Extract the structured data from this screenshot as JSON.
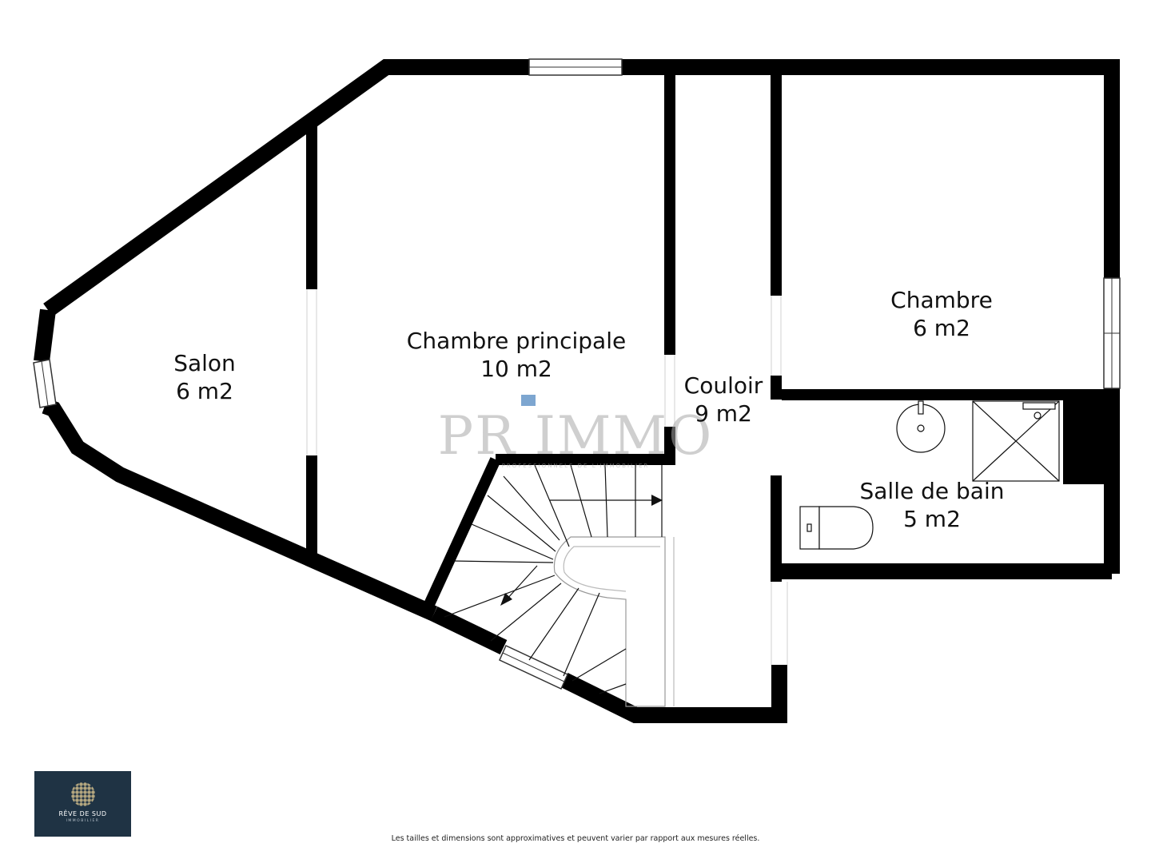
{
  "rooms": [
    {
      "name": "Salon",
      "area": "6 m2"
    },
    {
      "name": "Chambre principale",
      "area": "10 m2"
    },
    {
      "name": "Couloir",
      "area": "9 m2"
    },
    {
      "name": "Chambre",
      "area": "6 m2"
    },
    {
      "name": "Salle de bain",
      "area": "5 m2"
    }
  ],
  "watermark": {
    "brand": "PR IMMO",
    "tagline": "PROFESSIONNELS DE L'IMMOBILIER"
  },
  "logo": {
    "name": "RÊVE DE SUD",
    "subtitle": "IMMOBILIER"
  },
  "disclaimer": "Les tailles et dimensions sont approximatives et peuvent varier par rapport aux mesures réelles.",
  "colors": {
    "wall": "#000000",
    "logo_bg": "#1f3344",
    "watermark_accent": "#6f9ccb"
  }
}
